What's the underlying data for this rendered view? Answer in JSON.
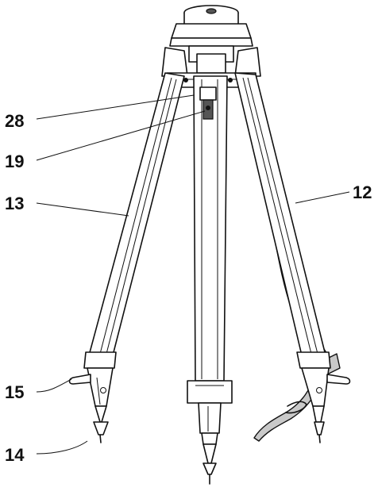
{
  "callouts": [
    {
      "id": "c28",
      "label": "28"
    },
    {
      "id": "c19",
      "label": "19"
    },
    {
      "id": "c13",
      "label": "13"
    },
    {
      "id": "c12",
      "label": "12"
    },
    {
      "id": "c15",
      "label": "15"
    },
    {
      "id": "c14",
      "label": "14"
    }
  ]
}
